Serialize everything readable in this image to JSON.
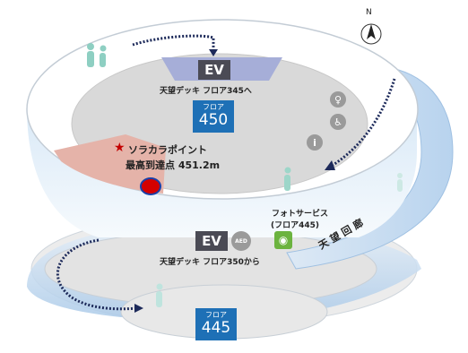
{
  "upper_floor": {
    "ev_label": "EV",
    "ev_caption": "天望デッキ フロア345へ",
    "floor_small": "フロア",
    "floor_number": "450"
  },
  "sorakara_point": {
    "title": "ソラカラポイント",
    "subtitle": "最高到達点 451.2m",
    "marker_color": "#d40000"
  },
  "photo_service": {
    "label_line1": "フォトサービス",
    "label_line2": "(フロア445)"
  },
  "lower_floor": {
    "ev_label": "EV",
    "aed_label": "AED",
    "ev_caption": "天望デッキ フロア350から",
    "floor_small": "フロア",
    "floor_number": "445"
  },
  "skywalk_label": "天 望 回 廊",
  "compass": {
    "north_label": "N"
  },
  "colors": {
    "floor_badge": "#1e70b6",
    "ev_badge": "#4b4b55",
    "route_arrow": "#1d2a5a",
    "highlight_area": "#e5b3a9"
  },
  "icons": [
    "restroom-icon",
    "wheelchair-icon",
    "info-icon",
    "camera-icon",
    "aed-icon"
  ]
}
